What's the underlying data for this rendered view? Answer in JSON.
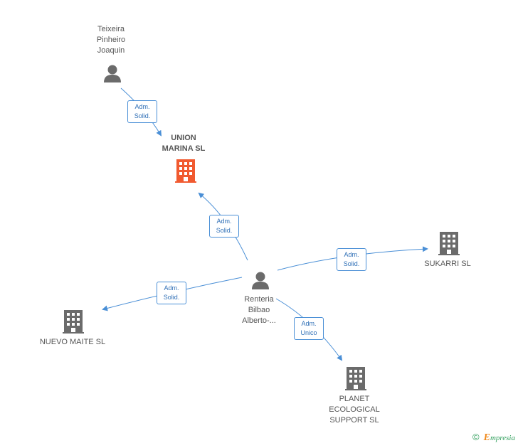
{
  "nodes": {
    "teixeira": {
      "label": "Teixeira\nPinheiro\nJoaquin",
      "type": "person"
    },
    "union": {
      "label": "UNION\nMARINA SL",
      "type": "company-main",
      "color": "#f15a30"
    },
    "renteria": {
      "label": "Renteria\nBilbao\nAlberto-...",
      "type": "person"
    },
    "sukarri": {
      "label": "SUKARRI SL",
      "type": "company"
    },
    "nuevo": {
      "label": "NUEVO MAITE SL",
      "type": "company"
    },
    "planet": {
      "label": "PLANET\nECOLOGICAL\nSUPPORT SL",
      "type": "company"
    }
  },
  "edges": {
    "e1": {
      "label": "Adm.\nSolid."
    },
    "e2": {
      "label": "Adm.\nSolid."
    },
    "e3": {
      "label": "Adm.\nSolid."
    },
    "e4": {
      "label": "Adm.\nSolid."
    },
    "e5": {
      "label": "Adm.\nUnico"
    }
  },
  "colors": {
    "edge": "#4a8fd6",
    "icon": "#6b6b6b",
    "main_company": "#f15a30"
  },
  "footer": {
    "copyright": "©",
    "brand_initial": "E",
    "brand_rest": "mpresia"
  }
}
